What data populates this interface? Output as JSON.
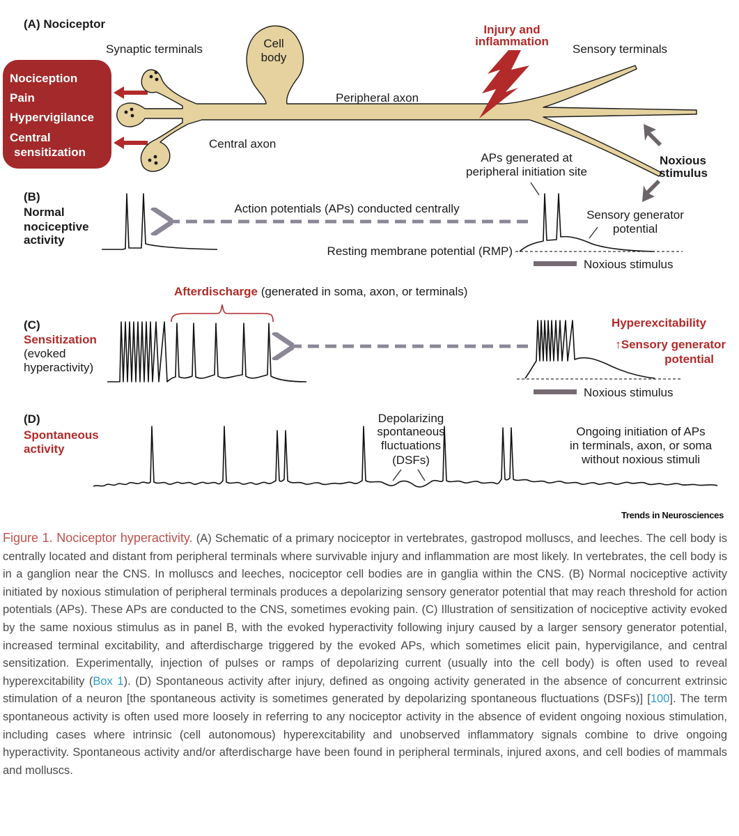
{
  "panel_a": {
    "heading": "(A) Nociceptor",
    "synaptic_terminals": "Synaptic terminals",
    "cell_body": [
      "Cell",
      "body"
    ],
    "injury": [
      "Injury and",
      "inflammation"
    ],
    "sensory_terminals": "Sensory terminals",
    "peripheral_axon": "Peripheral axon",
    "central_axon": "Central axon",
    "outcomes": [
      "Nociception",
      "Pain",
      "Hypervigilance",
      "Central",
      "sensitization"
    ],
    "noxious_stimulus": [
      "Noxious",
      "stimulus"
    ],
    "aps_generated": [
      "APs generated at",
      "peripheral initiation site"
    ]
  },
  "panel_b": {
    "label": [
      "(B)",
      "Normal",
      "nociceptive",
      "activity"
    ],
    "conducted": "Action potentials (APs) conducted centrally",
    "generator": [
      "Sensory generator",
      "potential"
    ],
    "rmp": "Resting membrane potential (RMP)",
    "stimulus": "Noxious stimulus"
  },
  "panel_c": {
    "afterdischarge": "Afterdischarge",
    "afterdischarge_rest": " (generated in soma, axon, or terminals)",
    "label_letter": "(C)",
    "label_red": "Sensitization",
    "label_rest": [
      "(evoked",
      "hyperactivity)"
    ],
    "hyperexcitability": "Hyperexcitability",
    "generator_up": [
      "↑Sensory generator",
      "potential"
    ],
    "stimulus": "Noxious stimulus"
  },
  "panel_d": {
    "label_letter": "(D)",
    "label_red": [
      "Spontaneous",
      "activity"
    ],
    "dsf": [
      "Depolarizing",
      "spontaneous",
      "fluctuations",
      "(DSFs)"
    ],
    "ongoing": [
      "Ongoing initiation of APs",
      "in terminals, axon, or soma",
      "without noxious stimuli"
    ]
  },
  "credit": "Trends in Neurosciences",
  "caption": {
    "title": "Figure 1. Nociceptor hyperactivity.",
    "part1": " (A) Schematic of a primary nociceptor in vertebrates, gastropod molluscs, and leeches. The cell body is centrally located and distant from peripheral terminals where survivable injury and inflammation are most likely. In vertebrates, the cell body is in a ganglion near the CNS. In molluscs and leeches, nociceptor cell bodies are in ganglia within the CNS. (B) Normal nociceptive activity initiated by noxious stimulation of peripheral terminals produces a depolarizing sensory generator potential that may reach threshold for action potentials (APs). These APs are conducted to the CNS, sometimes evoking pain. (C) Illustration of sensitization of nociceptive activity evoked by the same noxious stimulus as in panel B, with the evoked hyperactivity following injury caused by a larger sensory generator potential, increased terminal excitability, and afterdischarge triggered by the evoked APs, which sometimes elicit pain, hypervigilance, and central sensitization. Experimentally, injection of pulses or ramps of depolarizing current (usually into the cell body) is often used to reveal hyperexcitability (",
    "ref1": "Box 1",
    "part2": "). (D) Spontaneous activity after injury, defined as ongoing activity generated in the absence of concurrent extrinsic stimulation of a neuron [the spontaneous activity is sometimes generated by depolarizing spontaneous fluctuations (DSFs)] [",
    "ref2": "100",
    "part3": "]. The term spontaneous activity is often used more loosely in referring to any nociceptor activity in the absence of evident ongoing noxious stimulation, including cases where intrinsic (cell autonomous) hyperexcitability and unobserved inflammatory signals combine to drive ongoing hyperactivity. Spontaneous activity and/or afterdischarge have been found in peripheral terminals, injured axons, and cell bodies of mammals and molluscs."
  },
  "colors": {
    "neuron_fill": "#e5d29e",
    "neuron_stroke": "#1a1a1a",
    "accent_red": "#b22a2a",
    "outcome_box": "#a3292a",
    "dashed_arrow": "#8c8797",
    "stimulus_bar": "#756a72",
    "caption_title": "#c0504d",
    "caption_link": "#2a9bd0"
  }
}
